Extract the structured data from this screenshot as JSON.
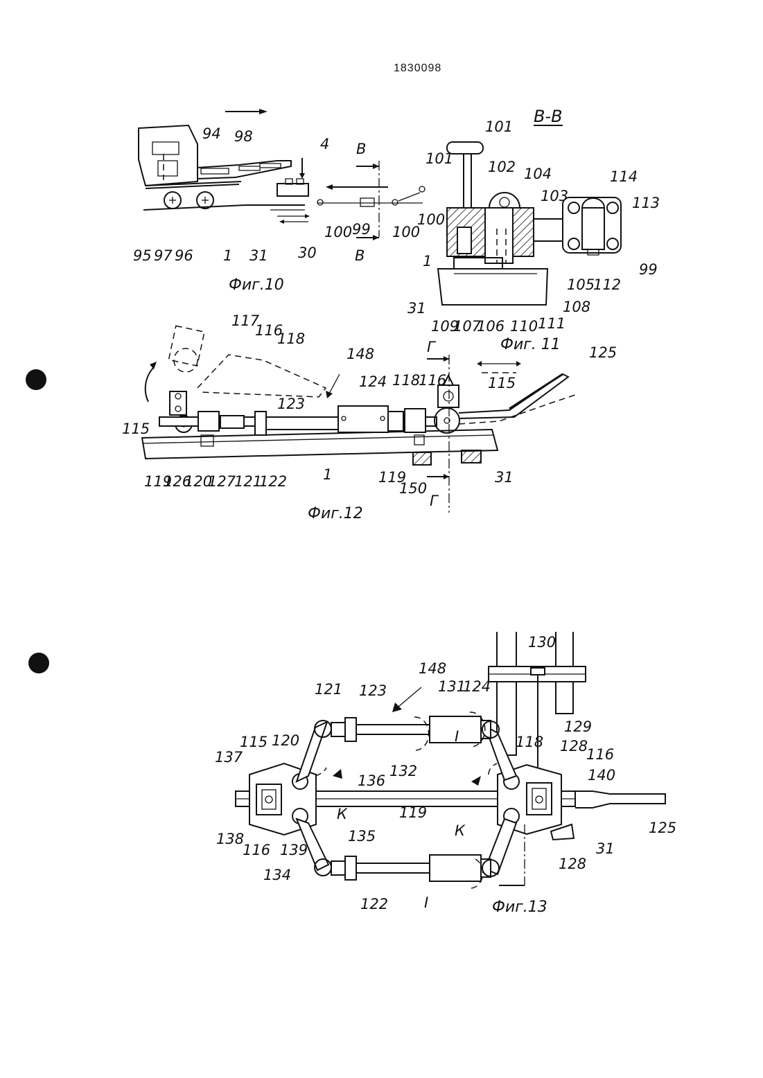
{
  "patent_number": "1830098",
  "section_mark": "В-В",
  "figures": [
    {
      "id": "fig10",
      "caption": "Фиг.10",
      "labels": [
        "94",
        "98",
        "4",
        "В",
        "В",
        "95",
        "97",
        "96",
        "1",
        "31",
        "30",
        "100",
        "99",
        "100",
        "101"
      ]
    },
    {
      "id": "fig11",
      "caption": "Фиг. 11",
      "labels": [
        "101",
        "102",
        "104",
        "103",
        "114",
        "113",
        "100",
        "1",
        "31",
        "109",
        "107",
        "106",
        "110",
        "111",
        "108",
        "105",
        "112",
        "99"
      ]
    },
    {
      "id": "fig12",
      "caption": "Фиг.12",
      "labels": [
        "117",
        "116",
        "118",
        "148",
        "Г",
        "125",
        "124",
        "118",
        "116",
        "115",
        "123",
        "115",
        "119",
        "126",
        "120",
        "127",
        "121",
        "122",
        "1",
        "119",
        "150",
        "Г",
        "31"
      ]
    },
    {
      "id": "fig13",
      "caption": "Фиг.13",
      "labels": [
        "130",
        "148",
        "121",
        "123",
        "131",
        "124",
        "129",
        "115",
        "120",
        "137",
        "128",
        "116",
        "140",
        "136",
        "118",
        "132",
        "119",
        "К",
        "К",
        "138",
        "116",
        "139",
        "135",
        "134",
        "125",
        "31",
        "128",
        "122",
        "I",
        "I"
      ]
    }
  ]
}
